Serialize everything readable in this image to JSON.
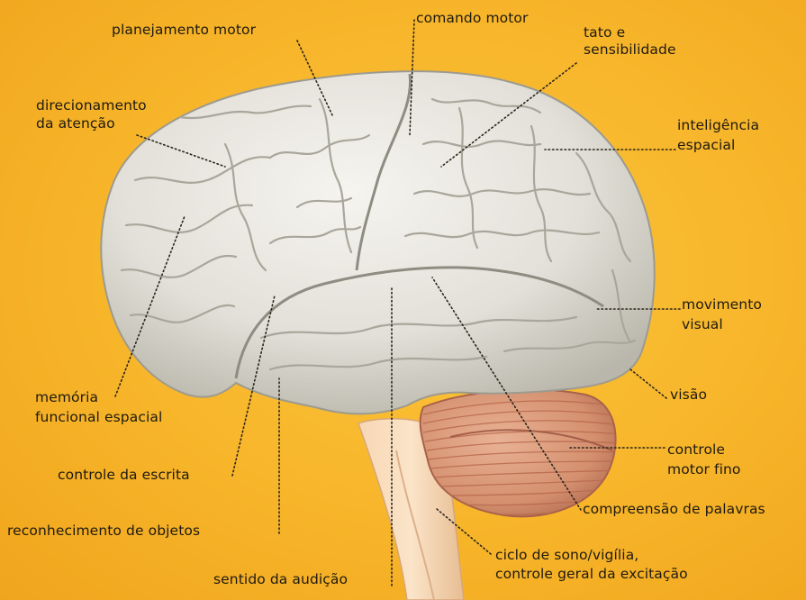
{
  "background_color": "#f7b52a",
  "labels": {
    "planejamento_motor": "planejamento motor",
    "comando_motor": "comando motor",
    "tato": [
      "tato e",
      "sensibilidade"
    ],
    "direcionamento": [
      "direcionamento",
      "da atenção"
    ],
    "inteligencia": [
      "inteligência",
      "espacial"
    ],
    "movimento": [
      "movimento",
      "visual"
    ],
    "memoria": [
      "memória",
      "funcional espacial"
    ],
    "visao": "visão",
    "controle_motor": [
      "controle",
      "motor fino"
    ],
    "controle_escrita": "controle da escrita",
    "compreensao": "compreensão de palavras",
    "reconhecimento": "reconhecimento de objetos",
    "ciclo": [
      "ciclo de sono/vigília,",
      "controle geral da excitação"
    ],
    "audicao": "sentido da audição"
  }
}
